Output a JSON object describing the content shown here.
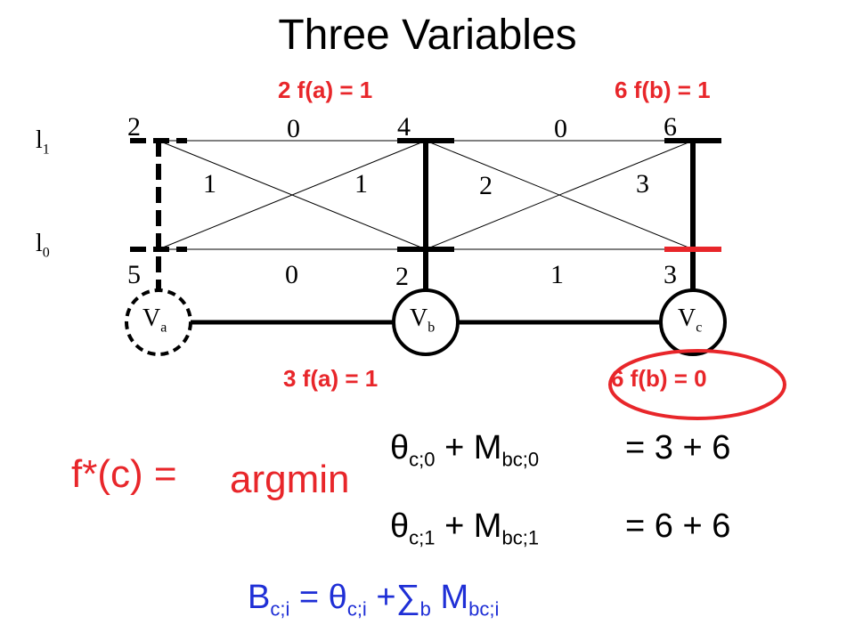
{
  "title": "Three Variables",
  "annotations": {
    "top_left": "2 f(a) = 1",
    "top_right": "6 f(b) = 1",
    "bottom_left": "3 f(a) = 1",
    "bottom_right": "6 f(b) = 0"
  },
  "labels": {
    "l1_base": "l",
    "l1_sub": "1",
    "l0_base": "l",
    "l0_sub": "0"
  },
  "unary": {
    "a_l1": "2",
    "a_l0": "5",
    "b_l1": "4",
    "b_l0": "2",
    "c_l1": "6",
    "c_l0": "3"
  },
  "pairwise": {
    "ab_top": "0",
    "ab_diag1": "1",
    "ab_diag2": "1",
    "ab_bottom": "0",
    "bc_top": "0",
    "bc_diag1": "2",
    "bc_diag2": "3",
    "bc_bottom": "1"
  },
  "nodes": {
    "a_base": "V",
    "a_sub": "a",
    "b_base": "V",
    "b_sub": "b",
    "c_base": "V",
    "c_sub": "c"
  },
  "formula": {
    "fstar": "f*(c) =",
    "argmin": "argmin",
    "theta": "θ",
    "row0_sub": "c;0",
    "row0_plus": "+ M",
    "row0_msub": "bc;0",
    "row0_eq": "=  3 + 6",
    "row1_sub": "c;1",
    "row1_plus": "+ M",
    "row1_msub": "bc;1",
    "row1_eq": "=  6 + 6",
    "b_base": "B",
    "b_sub": "c;i",
    "b_eq": " = ",
    "b_theta": "θ",
    "b_theta_sub": "c;i",
    "b_plus": " +",
    "b_sum": "∑",
    "b_sum_sub": "b",
    "b_m": " M",
    "b_m_sub": "bc;i"
  },
  "colors": {
    "red": "#e8262a",
    "blue": "#1f2fd6",
    "black": "#000000"
  }
}
